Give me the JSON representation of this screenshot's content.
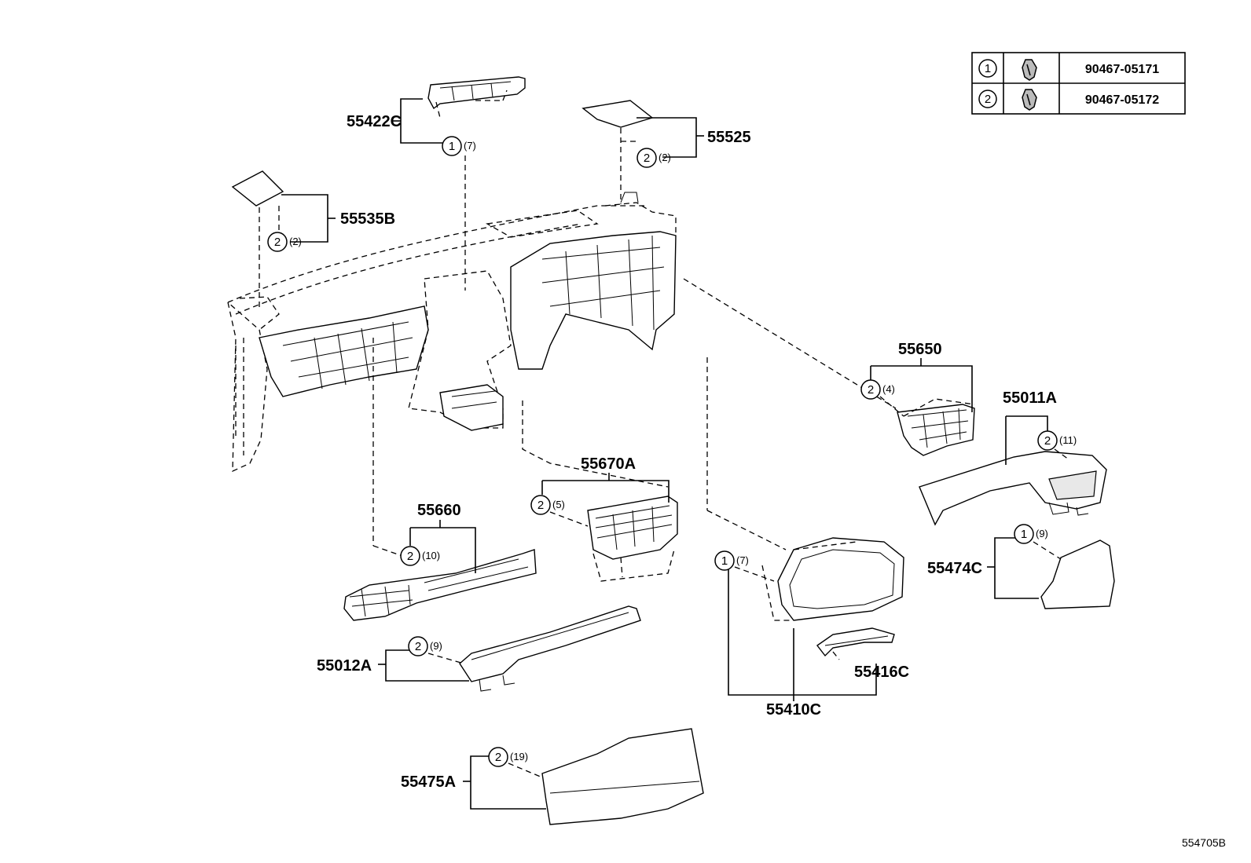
{
  "legend": {
    "rows": [
      {
        "index": "1",
        "icon": "clip-icon",
        "part_number": "90467-05171"
      },
      {
        "index": "2",
        "icon": "clip-icon",
        "part_number": "90467-05172"
      }
    ]
  },
  "callouts": [
    {
      "id": "55422C",
      "label": "55422C",
      "clip": "1",
      "qty": "(7)"
    },
    {
      "id": "55525",
      "label": "55525",
      "clip": "2",
      "qty": "(2)"
    },
    {
      "id": "55535B",
      "label": "55535B",
      "clip": "2",
      "qty": "(2)"
    },
    {
      "id": "55650",
      "label": "55650",
      "clip": "2",
      "qty": "(4)"
    },
    {
      "id": "55011A",
      "label": "55011A",
      "clip": "2",
      "qty": "(11)"
    },
    {
      "id": "55670A",
      "label": "55670A",
      "clip": "2",
      "qty": "(5)"
    },
    {
      "id": "55660",
      "label": "55660",
      "clip": "2",
      "qty": "(10)"
    },
    {
      "id": "55474C",
      "label": "55474C",
      "clip": "1",
      "qty": "(9)"
    },
    {
      "id": "55410C",
      "label": "55410C",
      "clip": "1",
      "qty": "(7)"
    },
    {
      "id": "55416C",
      "label": "55416C"
    },
    {
      "id": "55012A",
      "label": "55012A",
      "clip": "2",
      "qty": "(9)"
    },
    {
      "id": "55475A",
      "label": "55475A",
      "clip": "2",
      "qty": "(19)"
    }
  ],
  "figure_ref": "554705B"
}
